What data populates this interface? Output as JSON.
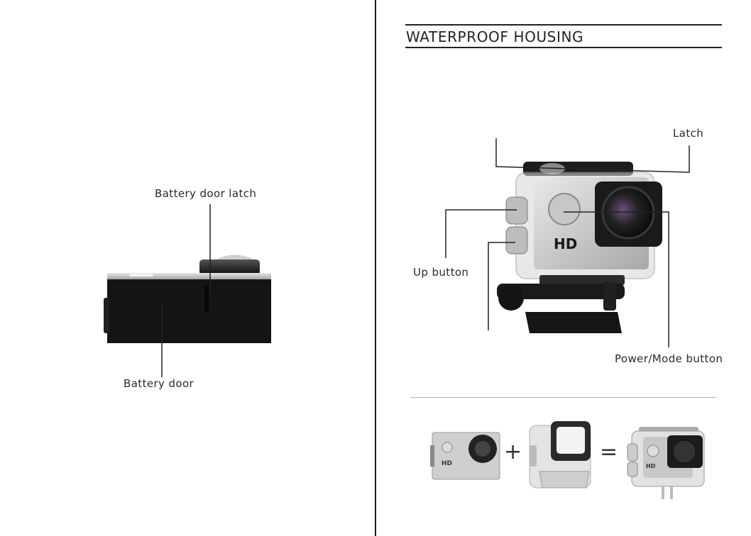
{
  "left_page": {
    "battery_door_latch_label": "Battery door latch",
    "battery_door_label": "Battery door"
  },
  "right_page": {
    "section_title": "WATERPROOF HOUSING",
    "latch_label": "Latch",
    "up_button_label": "Up button",
    "power_mode_button_label": "Power/Mode button",
    "camera_hd_label": "HD",
    "assembly": {
      "plus_symbol": "+",
      "equals_symbol": "=",
      "camera_hd_label": "HD",
      "result_hd_label": "HD"
    }
  }
}
